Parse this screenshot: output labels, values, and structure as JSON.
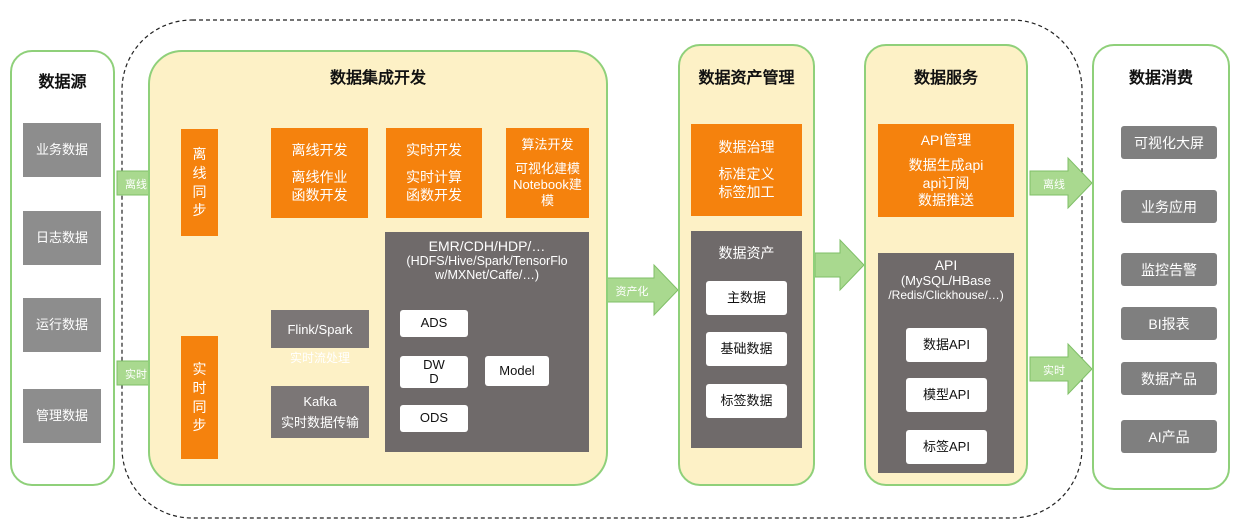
{
  "sources": {
    "title": "数据源",
    "items": [
      "业务数据",
      "日志数据",
      "运行数据",
      "管理数据"
    ]
  },
  "integration": {
    "title": "数据集成开发",
    "offline_sync": "离线同步",
    "realtime_sync": "实时同步",
    "offline_dev": {
      "title": "离线开发",
      "sub1": "离线作业",
      "sub2": "函数开发"
    },
    "realtime_dev": {
      "title": "实时开发",
      "sub1": "实时计算",
      "sub2": "函数开发"
    },
    "algo_dev": {
      "title": "算法开发",
      "sub1": "可视化建模",
      "sub2": "Notebook建",
      "sub3": "模"
    },
    "platform": {
      "line1": "EMR/CDH/HDP/…",
      "line2": "(HDFS/Hive/Spark/TensorFlo",
      "line3": "w/MXNet/Caffe/…)"
    },
    "ads": "ADS",
    "dwd_line1": "DW",
    "dwd_line2": "D",
    "model": "Model",
    "ods": "ODS",
    "flink": "Flink/Spark",
    "flink_sub": "实时流处理",
    "kafka": "Kafka",
    "kafka_sub": "实时数据传输"
  },
  "arrows": {
    "offline_in": "离线",
    "realtime_in": "实时",
    "assetize": "资产化",
    "offline_out": "离线",
    "realtime_out": "实时"
  },
  "asset_mgmt": {
    "title": "数据资产管理",
    "governance": {
      "title": "数据治理",
      "sub1": "标准定义",
      "sub2": "标签加工"
    },
    "assets_title": "数据资产",
    "items": [
      "主数据",
      "基础数据",
      "标签数据"
    ]
  },
  "services": {
    "title": "数据服务",
    "api_mgmt": {
      "title": "API管理",
      "sub1": "数据生成api",
      "sub2": "api订阅",
      "sub3": "数据推送"
    },
    "api_box": {
      "title": "API",
      "line1": "(MySQL/HBase",
      "line2": "/Redis/Clickhouse/…)"
    },
    "items": [
      "数据API",
      "模型API",
      "标签API"
    ]
  },
  "consumption": {
    "title": "数据消费",
    "items": [
      "可视化大屏",
      "业务应用",
      "监控告警",
      "BI报表",
      "数据产品",
      "AI产品"
    ]
  },
  "colors": {
    "green": "#8fd07a",
    "orange": "#f5820d",
    "yellow": "#fdf1c6",
    "gray": "#8d8d8d",
    "dark": "#6f6a6a",
    "blue": "#2f6fd6"
  }
}
